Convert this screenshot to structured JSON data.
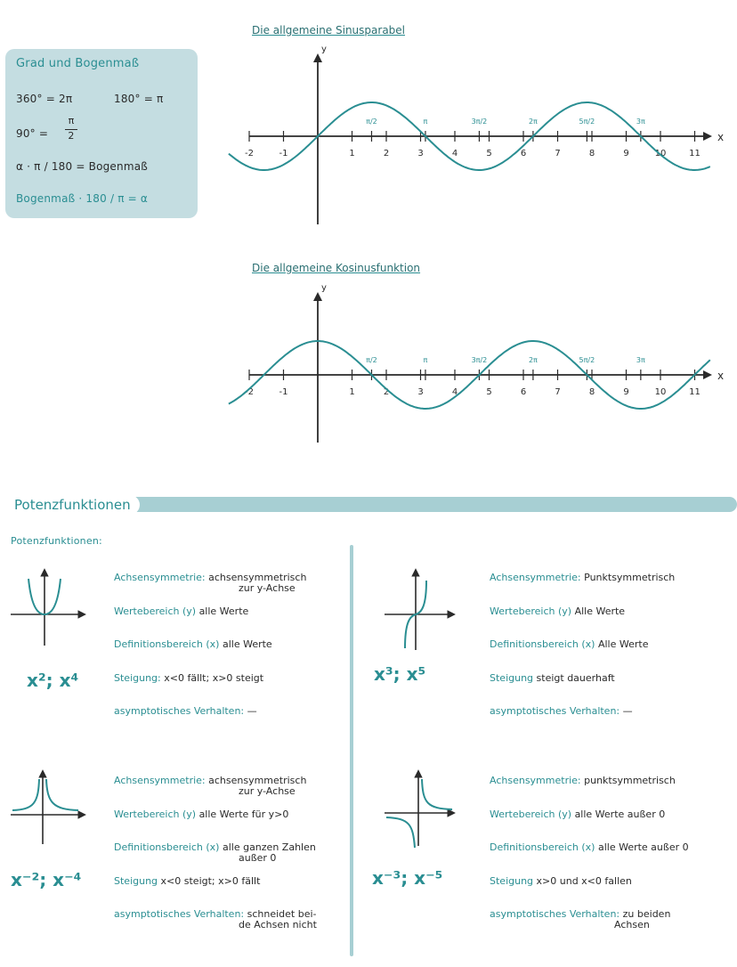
{
  "conversion_box": {
    "title": "Grad und Bogenmaß",
    "line1_left": "360° = 2π",
    "line1_right": "180° = π",
    "line2_left": "90° =",
    "line2_num": "π",
    "line2_den": "2",
    "line3": "α · π / 180 = Bogenmaß",
    "line4": "Bogenmaß · 180 / π = α"
  },
  "sine": {
    "title": "Die allgemeine Sinusparabel",
    "x_axis": "x",
    "y_axis": "y",
    "ticks": [
      "-2",
      "-1",
      "1",
      "2",
      "3",
      "4",
      "5",
      "6",
      "7",
      "8",
      "9",
      "10",
      "11"
    ],
    "pi_labels": [
      "π/2",
      "π",
      "3π/2",
      "2π",
      "5π/2",
      "3π"
    ]
  },
  "cosine": {
    "title": "Die allgemeine Kosinusfunktion",
    "x_axis": "x",
    "y_axis": "y",
    "ticks": [
      "-2",
      "-1",
      "1",
      "2",
      "3",
      "4",
      "5",
      "6",
      "7",
      "8",
      "9",
      "10",
      "11"
    ],
    "pi_labels": [
      "π/2",
      "π",
      "3π/2",
      "2π",
      "5π/2",
      "3π"
    ]
  },
  "section": {
    "title": "Potenzfunktionen",
    "subtitle": "Potenzfunktionen:"
  },
  "cards": [
    {
      "formula": "x²; x⁴",
      "rows": [
        {
          "k": "Achsensymmetrie:",
          "v": "achsensymmetrisch",
          "v2": "zur y-Achse"
        },
        {
          "k": "Wertebereich (y)",
          "v": "alle Werte",
          "v2": ""
        },
        {
          "k": "Definitionsbereich (x)",
          "v": "alle Werte",
          "v2": ""
        },
        {
          "k": "Steigung:",
          "v": "x<0 fällt; x>0 steigt",
          "v2": ""
        },
        {
          "k": "asymptotisches Verhalten:",
          "v": "—",
          "v2": ""
        }
      ]
    },
    {
      "formula": "x³; x⁵",
      "rows": [
        {
          "k": "Achsensymmetrie:",
          "v": "Punktsymmetrisch",
          "v2": ""
        },
        {
          "k": "Wertebereich (y)",
          "v": "Alle Werte",
          "v2": ""
        },
        {
          "k": "Definitionsbereich (x)",
          "v": "Alle Werte",
          "v2": ""
        },
        {
          "k": "Steigung",
          "v": "steigt dauerhaft",
          "v2": ""
        },
        {
          "k": "asymptotisches Verhalten:",
          "v": "—",
          "v2": ""
        }
      ]
    },
    {
      "formula": "x⁻²; x⁻⁴",
      "rows": [
        {
          "k": "Achsensymmetrie:",
          "v": "achsensymmetrisch",
          "v2": "zur y-Achse"
        },
        {
          "k": "Wertebereich (y)",
          "v": "alle Werte für y>0",
          "v2": ""
        },
        {
          "k": "Definitionsbereich (x)",
          "v": "alle ganzen Zahlen",
          "v2": "außer 0"
        },
        {
          "k": "Steigung",
          "v": "x<0 steigt; x>0 fällt",
          "v2": ""
        },
        {
          "k": "asymptotisches Verhalten:",
          "v": "schneidet bei-",
          "v2": "de Achsen nicht"
        }
      ]
    },
    {
      "formula": "x⁻³; x⁻⁵",
      "rows": [
        {
          "k": "Achsensymmetrie:",
          "v": "punktsymmetrisch",
          "v2": ""
        },
        {
          "k": "Wertebereich (y)",
          "v": "alle Werte außer 0",
          "v2": ""
        },
        {
          "k": "Definitionsbereich (x)",
          "v": "alle Werte außer 0",
          "v2": ""
        },
        {
          "k": "Steigung",
          "v": "x>0 und x<0 fallen",
          "v2": ""
        },
        {
          "k": "asymptotisches Verhalten:",
          "v": "zu beiden",
          "v2": "Achsen"
        }
      ]
    }
  ],
  "colors": {
    "teal": "#2a8e92",
    "box": "#c4dde1",
    "banner": "#a7cfd3",
    "divider": "#a7cfd3"
  }
}
